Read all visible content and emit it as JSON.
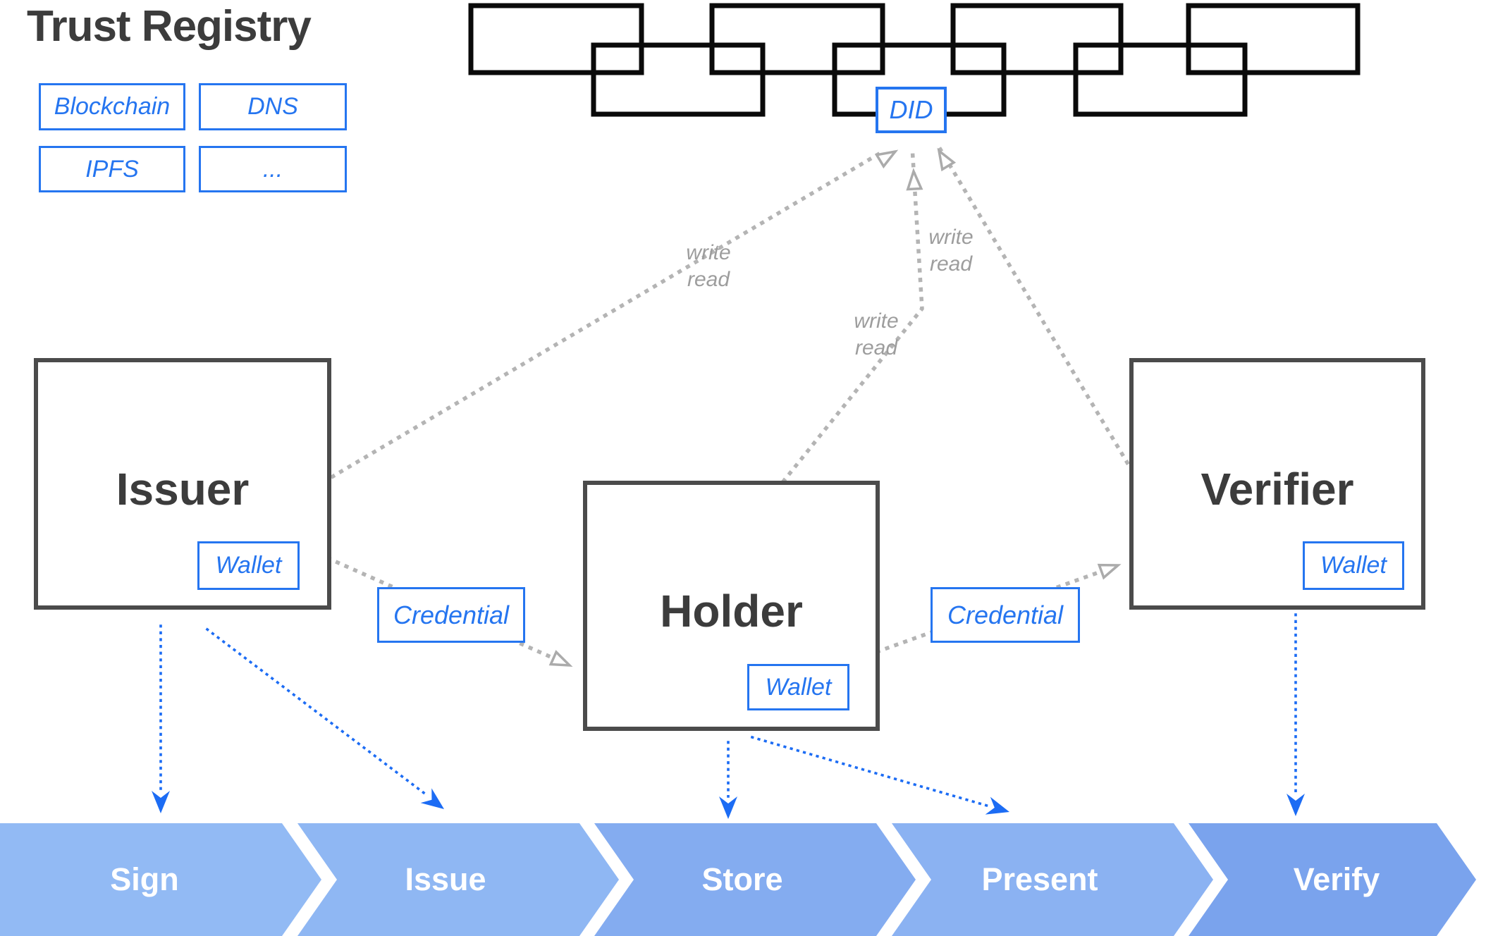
{
  "title": "Trust Registry",
  "registry": {
    "types": [
      "Blockchain",
      "DNS",
      "IPFS",
      "..."
    ]
  },
  "did": {
    "label": "DID"
  },
  "actors": {
    "issuer": {
      "name": "Issuer",
      "wallet": "Wallet"
    },
    "holder": {
      "name": "Holder",
      "wallet": "Wallet"
    },
    "verifier": {
      "name": "Verifier",
      "wallet": "Wallet"
    }
  },
  "credentials": {
    "issuer_to_holder": "Credential",
    "holder_to_verifier": "Credential"
  },
  "registry_access": {
    "issuer": {
      "line1": "write",
      "line2": "read"
    },
    "holder": {
      "line1": "write",
      "line2": "read"
    },
    "verifier": {
      "line1": "write",
      "line2": "read"
    }
  },
  "process_steps": [
    {
      "label": "Sign",
      "color": "#92BAF4"
    },
    {
      "label": "Issue",
      "color": "#8FB7F3"
    },
    {
      "label": "Store",
      "color": "#84ACF0"
    },
    {
      "label": "Present",
      "color": "#8BB2F2"
    },
    {
      "label": "Verify",
      "color": "#7AA3ED"
    }
  ],
  "colors": {
    "accent_blue": "#2575F0",
    "arrow_blue": "#1C6CF4",
    "line_gray": "#B4B4B4",
    "label_gray": "#9D9D9D",
    "dark_text": "#3C3C3C",
    "chain_black": "#0A0A0A"
  }
}
